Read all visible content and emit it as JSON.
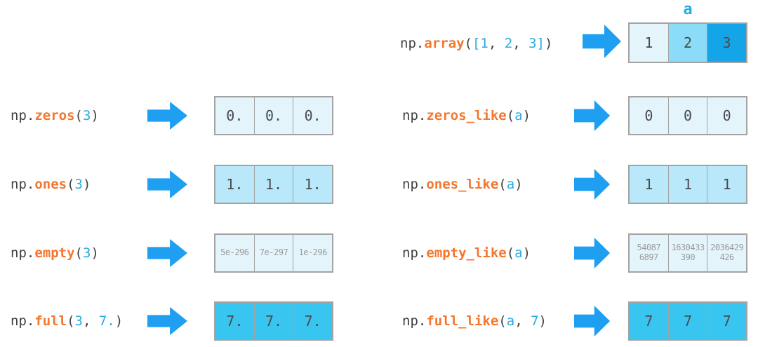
{
  "colors": {
    "plain": "#3F3F3F",
    "function": "#F4772D",
    "literal": "#29ABE2",
    "arrow": "#1E9FF2",
    "border": "#A3A3A3",
    "cell_text": "#4A4A4A",
    "cell_text_faint": "#9B9B9B",
    "bg_lightest": "#E4F4FB",
    "bg_light": "#B9E8FA",
    "bg_medium": "#8ADCF9",
    "bg_bright": "#38C6F1",
    "bg_deep": "#14A5E8"
  },
  "top_row": {
    "label": "a",
    "code": [
      {
        "t": "np.",
        "c": "plain"
      },
      {
        "t": "array",
        "c": "fn"
      },
      {
        "t": "(",
        "c": "plain"
      },
      {
        "t": "[1",
        "c": "lit"
      },
      {
        "t": ", ",
        "c": "plain"
      },
      {
        "t": "2",
        "c": "lit"
      },
      {
        "t": ", ",
        "c": "plain"
      },
      {
        "t": "3]",
        "c": "lit"
      },
      {
        "t": ")",
        "c": "plain"
      }
    ],
    "cells": [
      {
        "text": "1",
        "bg": "bg_lightest"
      },
      {
        "text": "2",
        "bg": "bg_medium"
      },
      {
        "text": "3",
        "bg": "bg_deep"
      }
    ]
  },
  "left_rows": [
    {
      "name": "zeros",
      "code": [
        {
          "t": "np.",
          "c": "plain"
        },
        {
          "t": "zeros",
          "c": "fn"
        },
        {
          "t": "(",
          "c": "plain"
        },
        {
          "t": "3",
          "c": "lit"
        },
        {
          "t": ")",
          "c": "plain"
        }
      ],
      "cells": [
        {
          "text": "0.",
          "bg": "bg_lightest"
        },
        {
          "text": "0.",
          "bg": "bg_lightest"
        },
        {
          "text": "0.",
          "bg": "bg_lightest"
        }
      ]
    },
    {
      "name": "ones",
      "code": [
        {
          "t": "np.",
          "c": "plain"
        },
        {
          "t": "ones",
          "c": "fn"
        },
        {
          "t": "(",
          "c": "plain"
        },
        {
          "t": "3",
          "c": "lit"
        },
        {
          "t": ")",
          "c": "plain"
        }
      ],
      "cells": [
        {
          "text": "1.",
          "bg": "bg_light"
        },
        {
          "text": "1.",
          "bg": "bg_light"
        },
        {
          "text": "1.",
          "bg": "bg_light"
        }
      ]
    },
    {
      "name": "empty",
      "code": [
        {
          "t": "np.",
          "c": "plain"
        },
        {
          "t": "empty",
          "c": "fn"
        },
        {
          "t": "(",
          "c": "plain"
        },
        {
          "t": "3",
          "c": "lit"
        },
        {
          "t": ")",
          "c": "plain"
        }
      ],
      "cells": [
        {
          "text": "5e-296",
          "bg": "bg_lightest",
          "small": true
        },
        {
          "text": "7e-297",
          "bg": "bg_lightest",
          "small": true
        },
        {
          "text": "1e-296",
          "bg": "bg_lightest",
          "small": true
        }
      ]
    },
    {
      "name": "full",
      "code": [
        {
          "t": "np.",
          "c": "plain"
        },
        {
          "t": "full",
          "c": "fn"
        },
        {
          "t": "(",
          "c": "plain"
        },
        {
          "t": "3",
          "c": "lit"
        },
        {
          "t": ", ",
          "c": "plain"
        },
        {
          "t": "7.",
          "c": "lit"
        },
        {
          "t": ")",
          "c": "plain"
        }
      ],
      "cells": [
        {
          "text": "7.",
          "bg": "bg_bright"
        },
        {
          "text": "7.",
          "bg": "bg_bright"
        },
        {
          "text": "7.",
          "bg": "bg_bright"
        }
      ]
    }
  ],
  "right_rows": [
    {
      "name": "zeros_like",
      "code": [
        {
          "t": "np.",
          "c": "plain"
        },
        {
          "t": "zeros_like",
          "c": "fn"
        },
        {
          "t": "(",
          "c": "plain"
        },
        {
          "t": "a",
          "c": "lit"
        },
        {
          "t": ")",
          "c": "plain"
        }
      ],
      "cells": [
        {
          "text": "0",
          "bg": "bg_lightest"
        },
        {
          "text": "0",
          "bg": "bg_lightest"
        },
        {
          "text": "0",
          "bg": "bg_lightest"
        }
      ]
    },
    {
      "name": "ones_like",
      "code": [
        {
          "t": "np.",
          "c": "plain"
        },
        {
          "t": "ones_like",
          "c": "fn"
        },
        {
          "t": "(",
          "c": "plain"
        },
        {
          "t": "a",
          "c": "lit"
        },
        {
          "t": ")",
          "c": "plain"
        }
      ],
      "cells": [
        {
          "text": "1",
          "bg": "bg_light"
        },
        {
          "text": "1",
          "bg": "bg_light"
        },
        {
          "text": "1",
          "bg": "bg_light"
        }
      ]
    },
    {
      "name": "empty_like",
      "code": [
        {
          "t": "np.",
          "c": "plain"
        },
        {
          "t": "empty_like",
          "c": "fn"
        },
        {
          "t": "(",
          "c": "plain"
        },
        {
          "t": "a",
          "c": "lit"
        },
        {
          "t": ")",
          "c": "plain"
        }
      ],
      "cells": [
        {
          "text": "54087\n6897",
          "bg": "bg_lightest",
          "small": true
        },
        {
          "text": "1630433\n390",
          "bg": "bg_lightest",
          "small": true
        },
        {
          "text": "2036429\n426",
          "bg": "bg_lightest",
          "small": true
        }
      ]
    },
    {
      "name": "full_like",
      "code": [
        {
          "t": "np.",
          "c": "plain"
        },
        {
          "t": "full_like",
          "c": "fn"
        },
        {
          "t": "(",
          "c": "plain"
        },
        {
          "t": "a",
          "c": "lit"
        },
        {
          "t": ", ",
          "c": "plain"
        },
        {
          "t": "7",
          "c": "lit"
        },
        {
          "t": ")",
          "c": "plain"
        }
      ],
      "cells": [
        {
          "text": "7",
          "bg": "bg_bright"
        },
        {
          "text": "7",
          "bg": "bg_bright"
        },
        {
          "text": "7",
          "bg": "bg_bright"
        }
      ]
    }
  ]
}
